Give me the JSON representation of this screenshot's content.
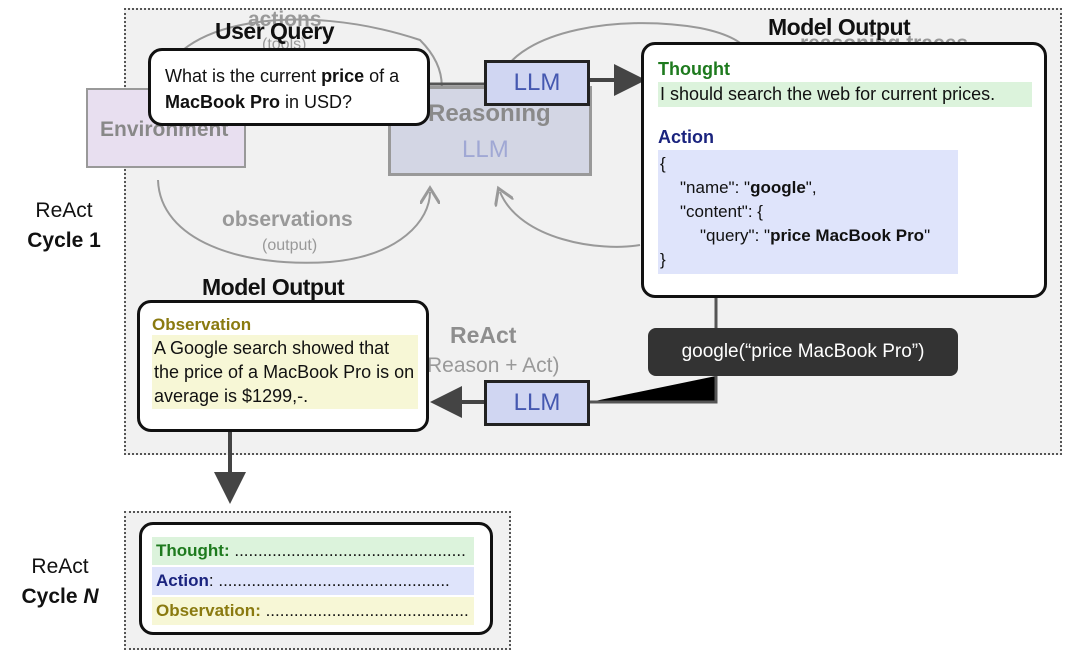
{
  "background": {
    "actions_label": "actions",
    "tools_label": "(tools)",
    "observations_label": "observations",
    "output_label": "(output)",
    "reasoning_traces_label": "reasoning traces",
    "environment_label": "Environment",
    "reasoning_label": "Reasoning",
    "reasoning_llm_label": "LLM",
    "react_label": "ReAct",
    "react_sub_label": "(Reason + Act)"
  },
  "cycle1": {
    "label_react": "ReAct",
    "label_cycle": "Cycle 1"
  },
  "cycleN": {
    "label_react": "ReAct",
    "label_cycle": "Cycle",
    "label_n": "N"
  },
  "user_query": {
    "title": "User Query",
    "text_1": "What is the current ",
    "text_bold_1": "price",
    "text_2": " of a",
    "text_bold_2": "MacBook Pro",
    "text_3": " in USD?"
  },
  "llm_top": {
    "label": "LLM"
  },
  "llm_bottom": {
    "label": "LLM"
  },
  "model_output_top": {
    "title": "Model Output",
    "thought_heading": "Thought",
    "thought_text": "I should search the web for current prices.",
    "action_heading": "Action",
    "code": {
      "open_brace": "{",
      "name_key": "\"name\": \"",
      "name_value": "google",
      "name_end": "\",",
      "content_key": "\"content\": {",
      "query_key": "\"query\": \"",
      "query_value": "price MacBook Pro",
      "query_end": "\"",
      "close_brace": "}"
    }
  },
  "tool_call": {
    "label": "google(“price MacBook Pro”)"
  },
  "model_output_bottom": {
    "title": "Model Output",
    "observation_heading": "Observation",
    "observation_text": "A Google search showed that the price of a MacBook Pro is on average is $1299,-."
  },
  "cycleN_box": {
    "thought_label": "Thought:",
    "thought_dots": " .................................................",
    "action_label": "Action",
    "action_colon": ":",
    "action_dots": " .................................................",
    "observation_label": "Observation:",
    "observation_dots": " ...........................................",
    "colors": {
      "thought": "#1e7a1e",
      "action": "#1a237e",
      "observation": "#8a7a10"
    }
  }
}
